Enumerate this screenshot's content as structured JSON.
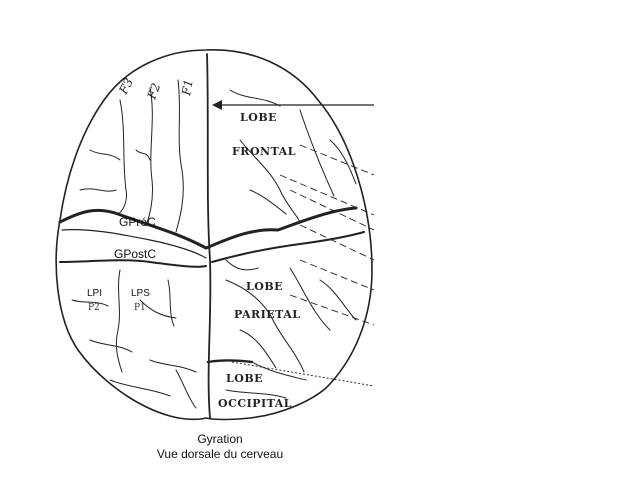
{
  "diagram": {
    "gyri_frontal": [
      "F3",
      "F2",
      "F1"
    ],
    "lobes": {
      "frontal": [
        "LOBE",
        "FRONTAL"
      ],
      "parietal": [
        "LOBE",
        "PARIETAL"
      ],
      "occipital": [
        "LOBE",
        "OCCIPITAL"
      ]
    },
    "gyri_central": {
      "precentral": "GPréC",
      "postcentral": "GPostC"
    },
    "parietal_lobules": {
      "inferior": {
        "label": "LPI",
        "sub": "P2"
      },
      "superior": {
        "label": "LPS",
        "sub": "P1"
      }
    },
    "caption": {
      "line1": "Gyration",
      "line2": "Vue dorsale du cerveau"
    }
  }
}
